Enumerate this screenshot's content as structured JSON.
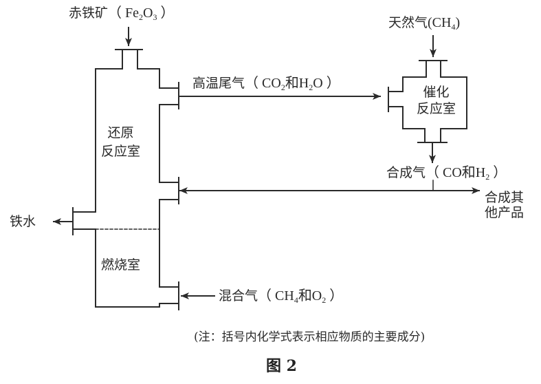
{
  "figure": {
    "title": "图 2",
    "note": "(注：括号内化学式表示相应物质的主要成分)"
  },
  "inputs": {
    "hematite": {
      "name": "赤铁矿",
      "formula_parts": [
        "（ Fe",
        "2",
        "O",
        "3",
        " ）"
      ]
    },
    "natural_gas": {
      "name": "天然气",
      "formula_parts": [
        "(CH",
        "4",
        ")"
      ]
    },
    "mixed_gas": {
      "name": "混合气",
      "formula_parts": [
        "（ CH",
        "4",
        "和O",
        "2",
        " ）"
      ]
    }
  },
  "flows": {
    "exhaust": {
      "name": "高温尾气",
      "formula_parts": [
        "（ CO",
        "2",
        "和H",
        "2",
        "O ）"
      ]
    },
    "syngas": {
      "name": "合成气",
      "formula_parts": [
        "（ CO和H",
        "2",
        " ）"
      ]
    },
    "molten_iron": {
      "name": "铁水"
    },
    "other_products": {
      "line1": "合成其",
      "line2": "他产品"
    }
  },
  "chambers": {
    "reduction": {
      "line1": "还原",
      "line2": "反应室"
    },
    "combustion": {
      "name": "燃烧室"
    },
    "catalytic": {
      "line1": "催化",
      "line2": "反应室"
    }
  },
  "colors": {
    "line": "#2a2a2a",
    "text": "#2a2a2a",
    "background": "#ffffff"
  }
}
